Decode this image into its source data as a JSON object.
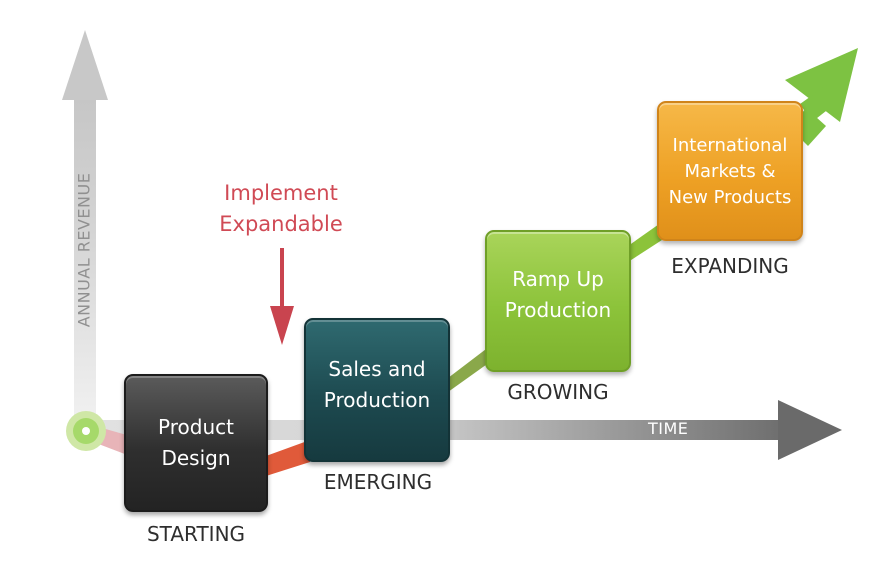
{
  "axes": {
    "y_label": "ANNUAL REVENUE",
    "x_label": "TIME"
  },
  "annotation": {
    "text": "Implement\nExpandable",
    "color": "#d04a55"
  },
  "stages": [
    {
      "box_text": "Product\nDesign",
      "label": "STARTING",
      "color": "#2f2f2f"
    },
    {
      "box_text": "Sales and\nProduction",
      "label": "EMERGING",
      "color": "#1d4a50"
    },
    {
      "box_text": "Ramp Up\nProduction",
      "label": "GROWING",
      "color": "#8cc33a"
    },
    {
      "box_text": "International\nMarkets  &\nNew Products",
      "label": "EXPANDING",
      "color": "#eea125"
    }
  ],
  "colors": {
    "axis_gray": "#b8b8b8",
    "connector_red": "#e05030",
    "connector_green": "#8cc33a",
    "origin_green": "#a6d96a"
  }
}
